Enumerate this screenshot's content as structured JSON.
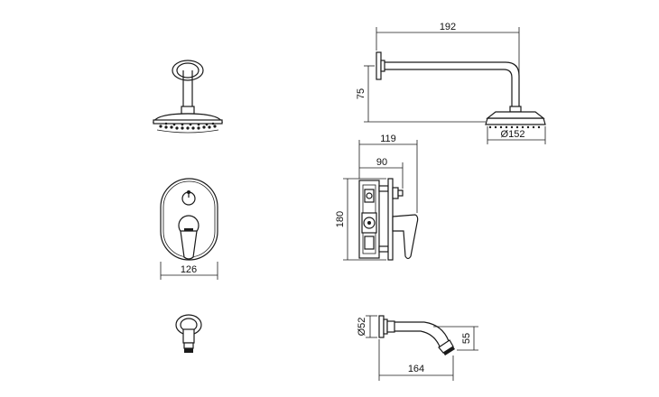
{
  "dimensions": {
    "arm_length": "192",
    "arm_height": "75",
    "head_diameter": "Ø152",
    "valve_depth_overall": "119",
    "valve_depth_body": "90",
    "valve_height": "180",
    "plate_width": "126",
    "spout_flange_diameter": "Ø52",
    "spout_drop": "55",
    "spout_length": "164"
  }
}
